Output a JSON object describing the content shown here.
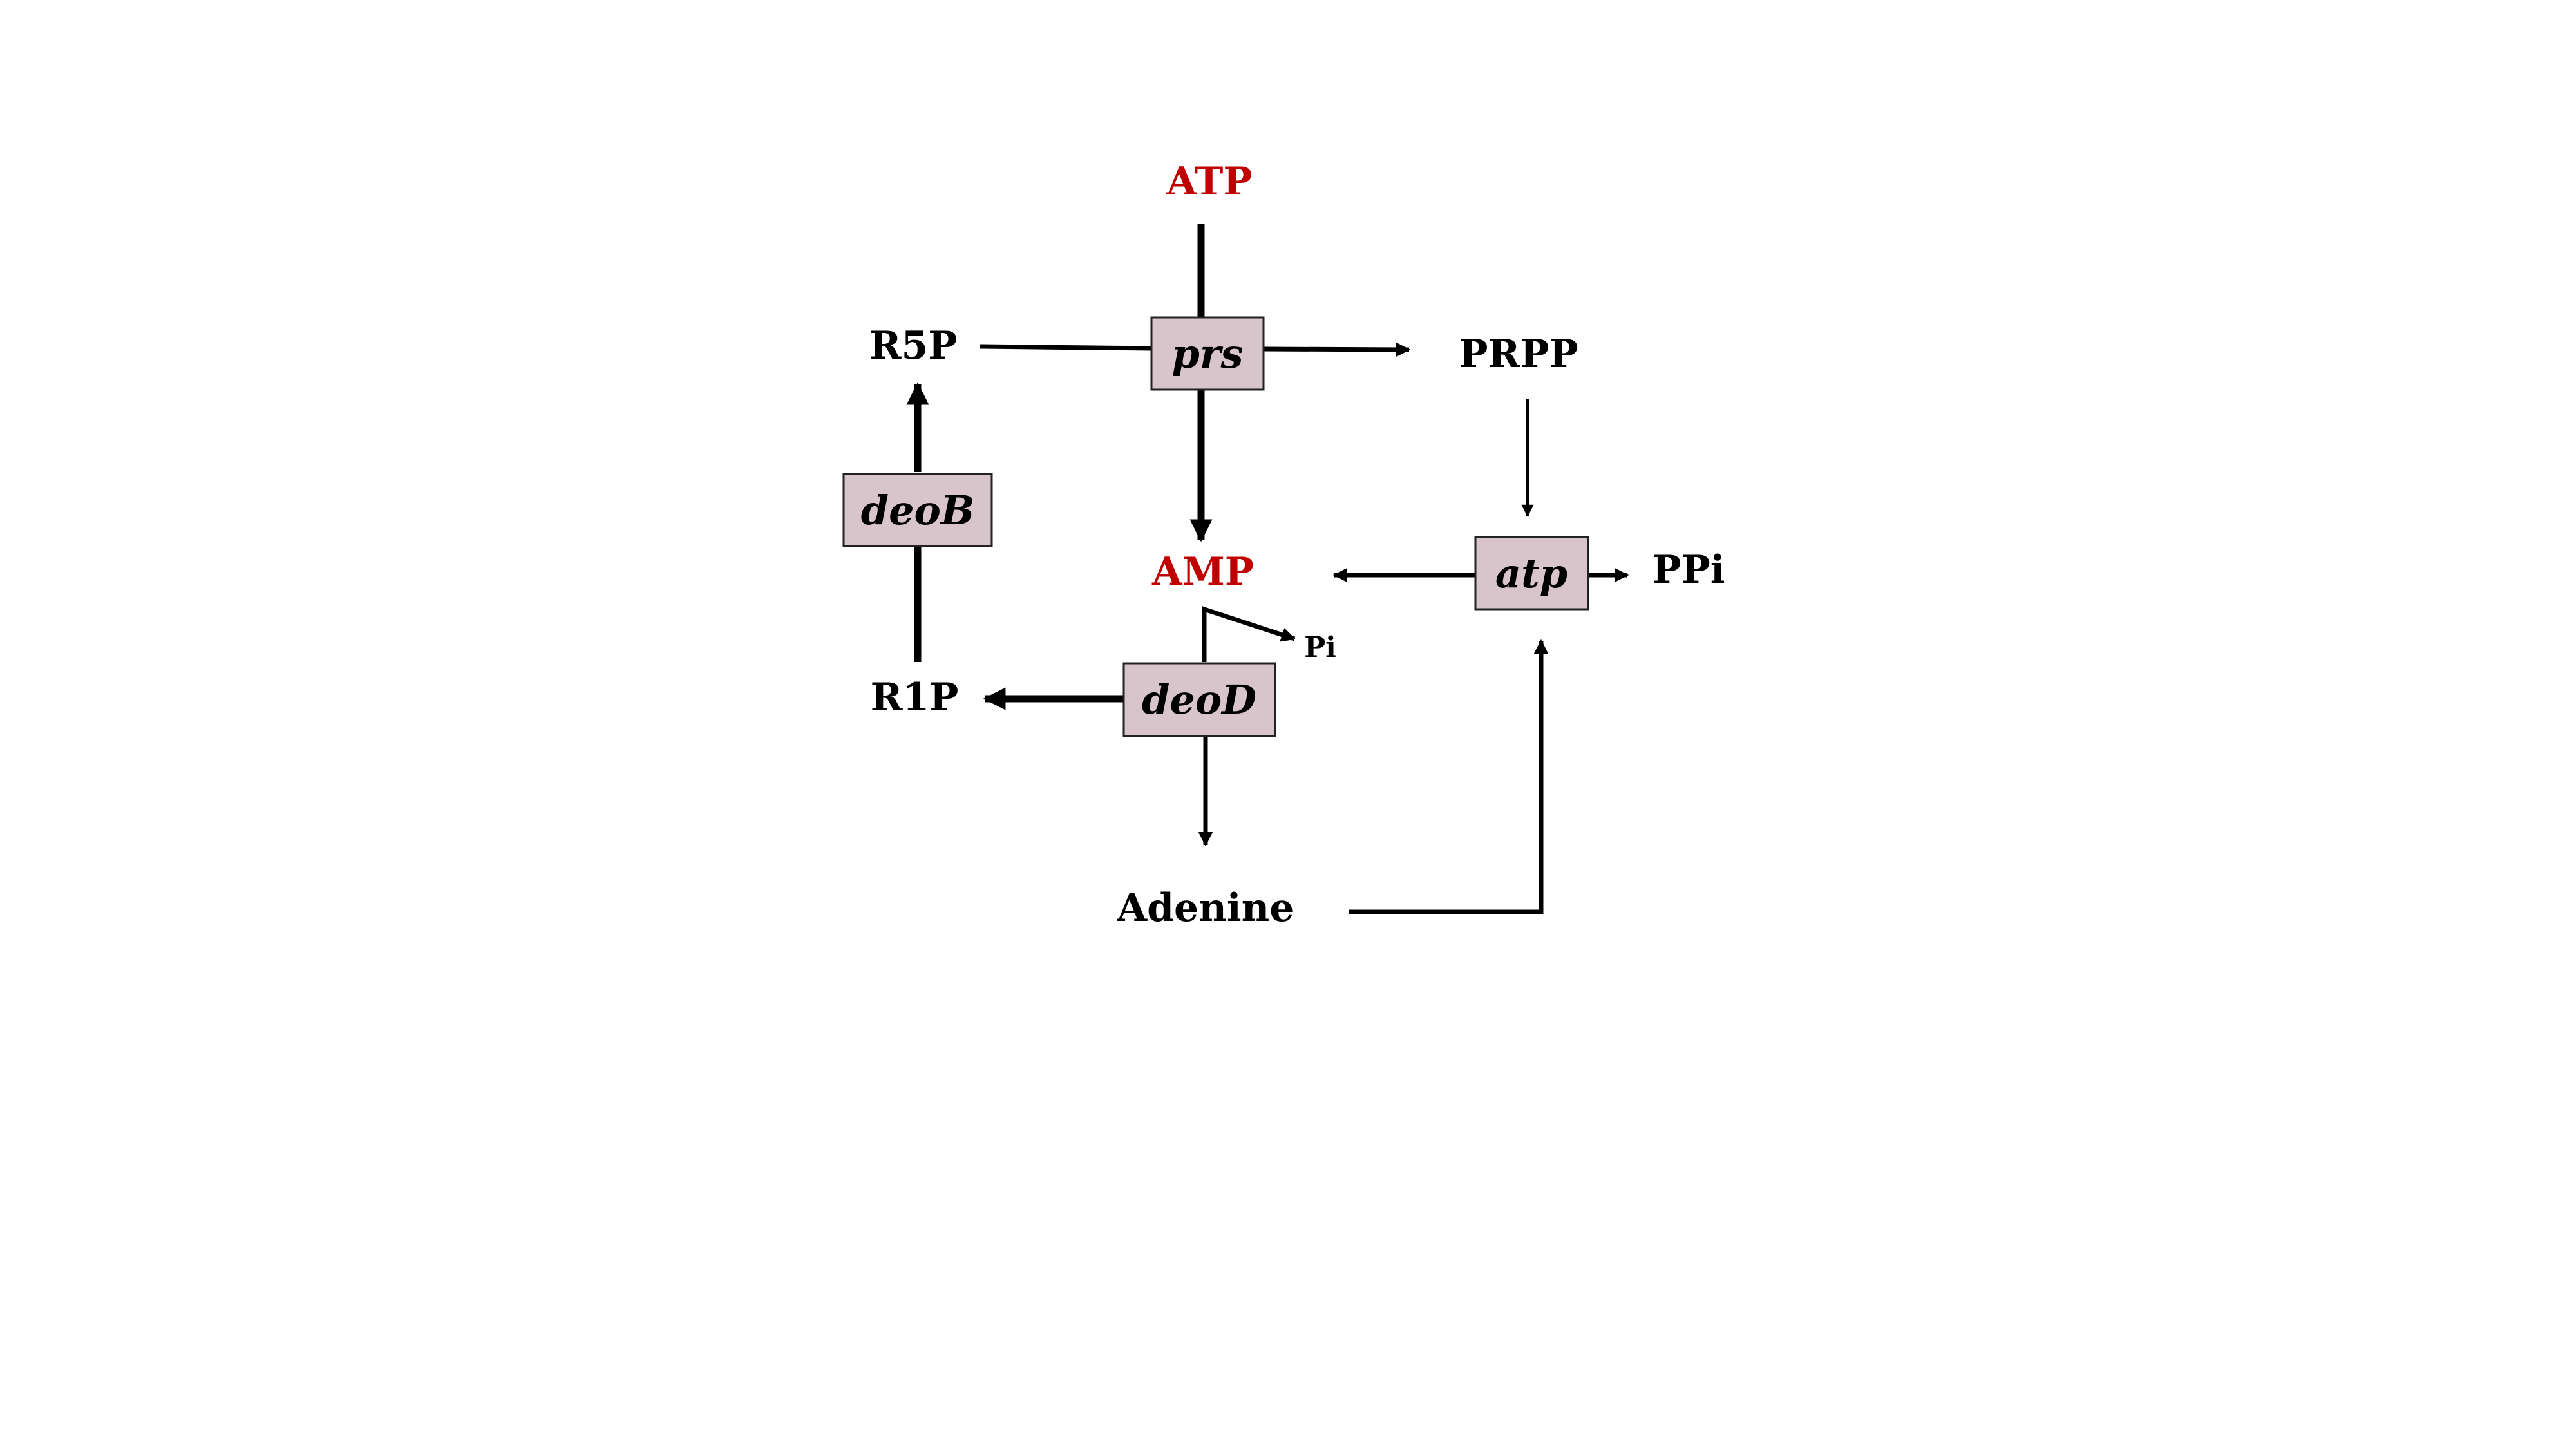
{
  "colors": {
    "background": "#ffffff",
    "primary_text": "#000000",
    "highlight_text": "#c00000",
    "enzyme_fill": "#d8c4cb",
    "enzyme_stroke": "#222222"
  },
  "metabolites": {
    "atp": "ATP",
    "r5p": "R5P",
    "prpp": "PRPP",
    "amp": "AMP",
    "ppi": "PPi",
    "pi": "Pi",
    "r1p": "R1P",
    "adenine": "Adenine"
  },
  "enzymes": {
    "prs": "prs",
    "deob": "deoB",
    "atp": "atp",
    "deod": "deoD"
  }
}
